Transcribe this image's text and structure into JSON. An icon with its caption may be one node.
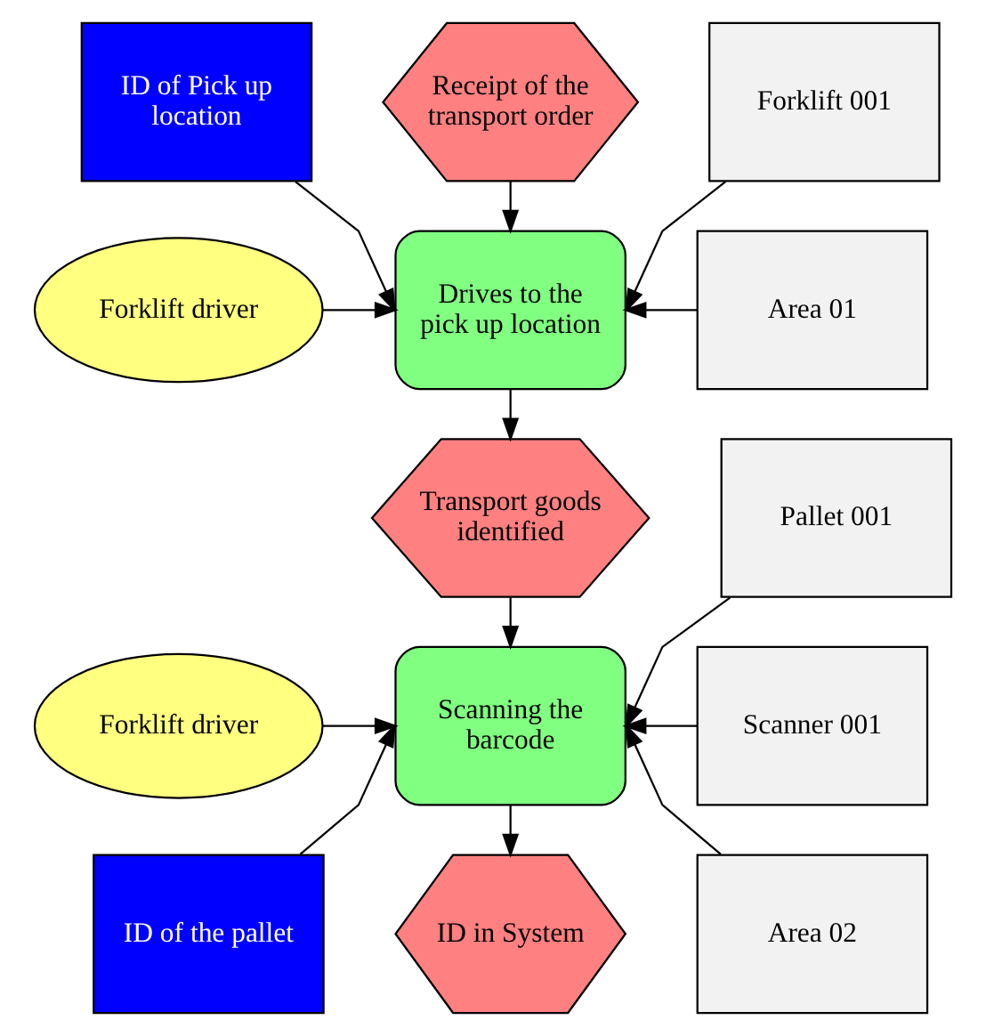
{
  "diagram": {
    "nodes": [
      {
        "text": [
          "ID of Pick up location"
        ]
      },
      {
        "text": [
          "Receipt of the transport order"
        ]
      },
      {
        "text": [
          "Forklift 001"
        ]
      },
      {
        "text": [
          "Forklift driver"
        ]
      },
      {
        "text": [
          "Drives to the pick up location"
        ]
      },
      {
        "text": [
          "Area 01"
        ]
      },
      {
        "text": [
          "Transport goods identified"
        ]
      },
      {
        "text": [
          "Pallet 001"
        ]
      },
      {
        "text": [
          "Forklift driver"
        ]
      },
      {
        "text": [
          "Scanning the barcode"
        ]
      },
      {
        "text": [
          "Scanner 001"
        ]
      },
      {
        "text": [
          "ID of the pallet"
        ]
      },
      {
        "text": [
          "ID in System"
        ]
      },
      {
        "text": [
          "Area 02"
        ]
      }
    ],
    "edges": [
      {
        "from": 0,
        "to": 4,
        "arrow": "to"
      },
      {
        "from": 1,
        "to": 4,
        "arrow": "to"
      },
      {
        "from": 2,
        "to": 4,
        "arrow": "to"
      },
      {
        "from": 3,
        "to": 4,
        "arrow": "to"
      },
      {
        "from": 5,
        "to": 4,
        "arrow": "to"
      },
      {
        "from": 4,
        "to": 6,
        "arrow": "to"
      },
      {
        "from": 6,
        "to": 9,
        "arrow": "to"
      },
      {
        "from": 7,
        "to": 9,
        "arrow": "to"
      },
      {
        "from": 8,
        "to": 9,
        "arrow": "to"
      },
      {
        "from": 10,
        "to": 9,
        "arrow": "to"
      },
      {
        "from": 11,
        "to": 9,
        "arrow": "to"
      },
      {
        "from": 13,
        "to": 9,
        "arrow": "to"
      },
      {
        "from": 9,
        "to": 12,
        "arrow": "to"
      }
    ]
  }
}
